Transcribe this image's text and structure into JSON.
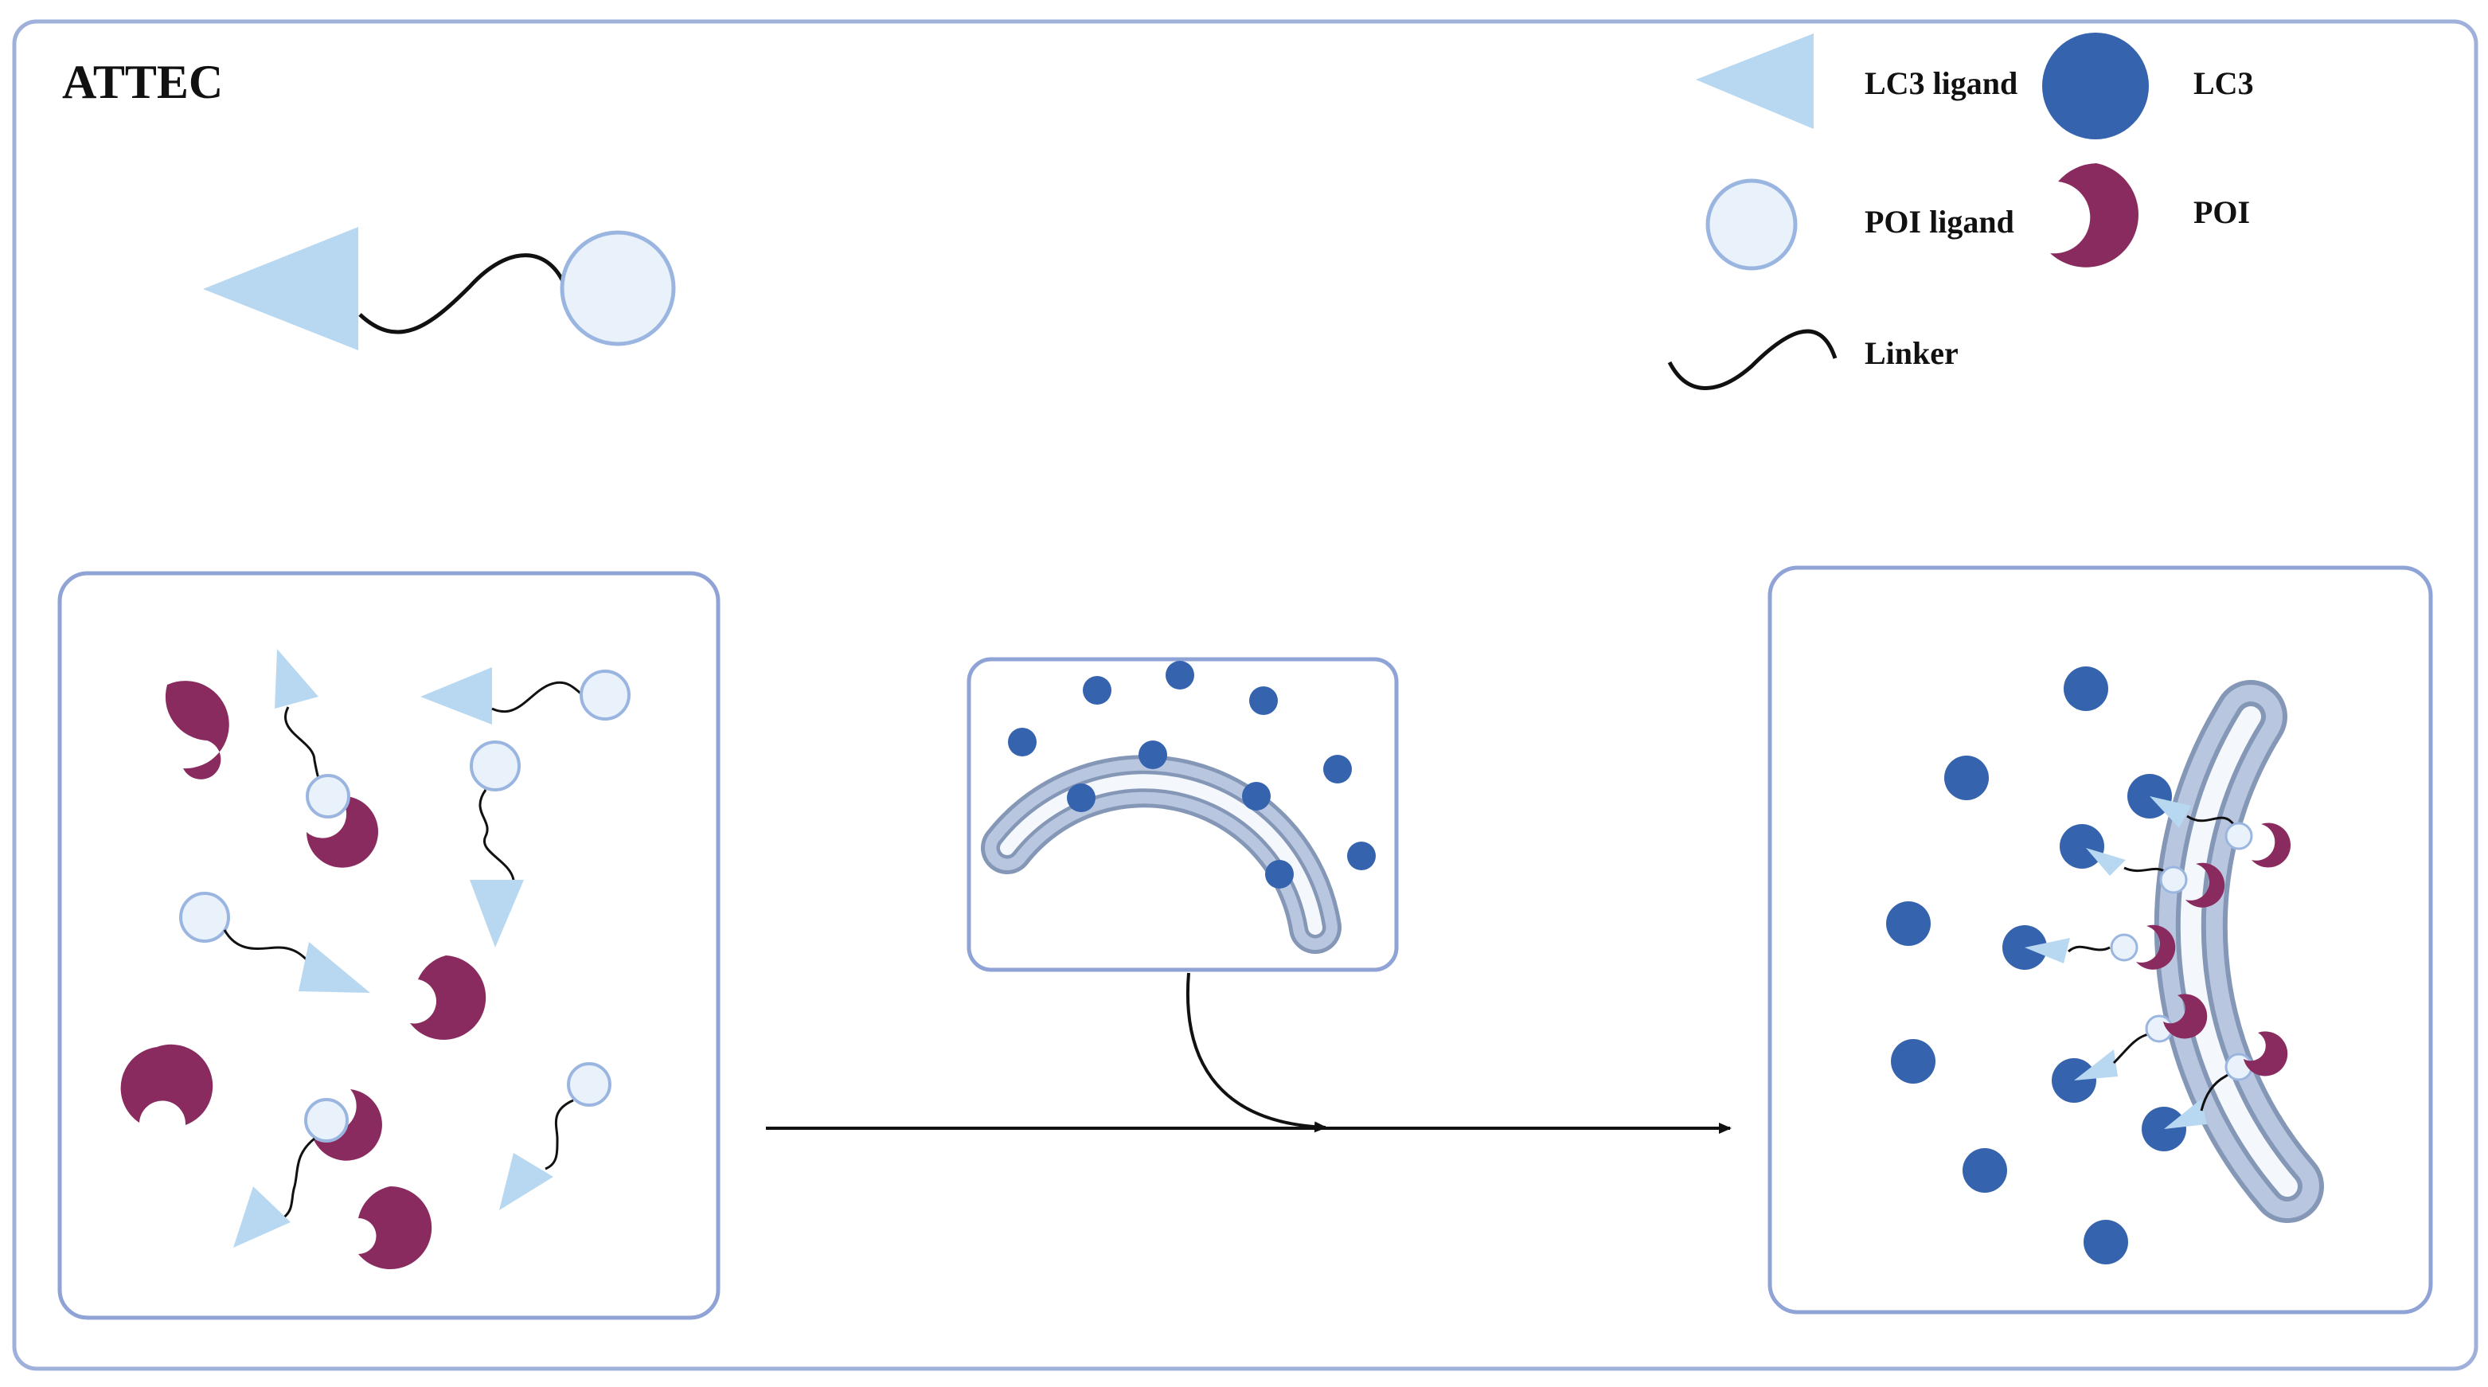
{
  "title": "ATTEC",
  "legend": {
    "lc3_ligand": "LC3 ligand",
    "lc3": "LC3",
    "poi_ligand": "POI ligand",
    "poi": "POI",
    "linker": "Linker"
  },
  "colors": {
    "frame": "#8fa3d6",
    "lc3_ligand": "#b7d8f0",
    "lc3": "#3563ae",
    "poi_ligand": "#e9f1fb",
    "poi_ligand_stroke": "#9ab6e0",
    "poi": "#8a2b60",
    "linker": "#111111",
    "membrane_outer": "#8597b6",
    "membrane_fill": "#b9c6df",
    "membrane_inner": "#f4f7fc",
    "arrow": "#111111"
  },
  "icons": {
    "lc3_ligand": "light-blue-triangle",
    "lc3": "dark-blue-circle",
    "poi_ligand": "pale-circle",
    "poi": "magenta-pacman",
    "linker": "wavy-line"
  }
}
